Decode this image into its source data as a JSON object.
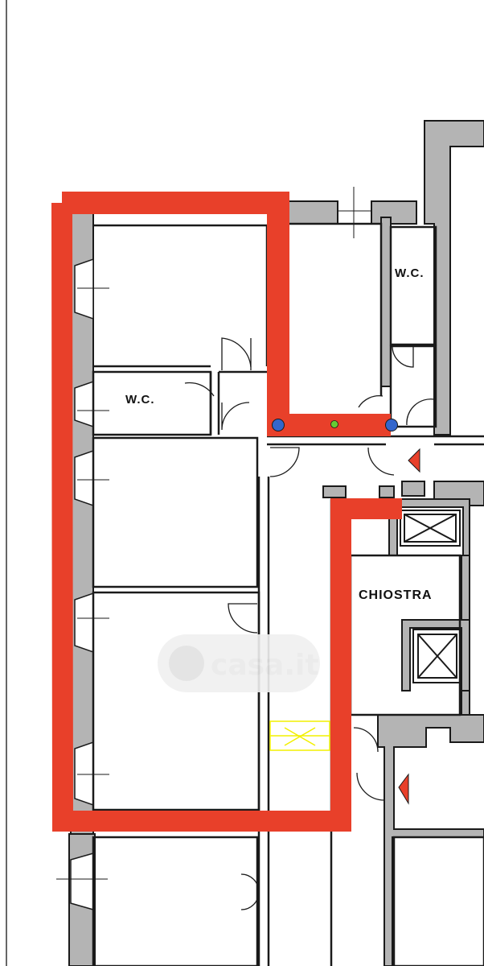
{
  "labels": {
    "wc_top": "W.C.",
    "wc_left": "W.C.",
    "chiostra": "CHIOSTRA",
    "watermark": "casa.it"
  },
  "colors": {
    "wall": "#b4b4b4",
    "outline": "#1a1a1a",
    "highlight": "#e8402a",
    "point_end": "#3366cc",
    "point_mid": "#66cc33",
    "hatch": "#f2f000",
    "entrance_arrow": "#e8402a"
  },
  "icons": {
    "entrance": "red-arrow-left-icon",
    "elevator": "elevator-cross-icon"
  }
}
